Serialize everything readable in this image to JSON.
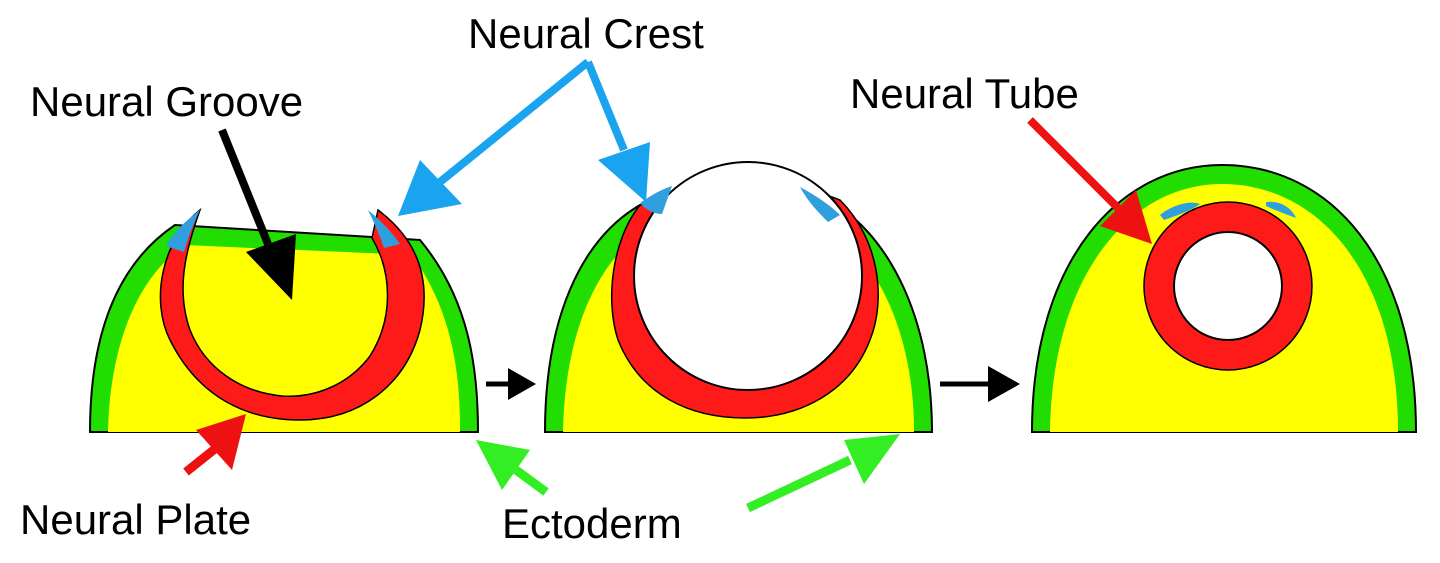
{
  "labels": {
    "neural_crest": "Neural Crest",
    "neural_groove": "Neural Groove",
    "neural_tube": "Neural Tube",
    "neural_plate": "Neural Plate",
    "ectoderm": "Ectoderm"
  },
  "colors": {
    "ectoderm": "#22dd00",
    "mesoderm_fill": "#ffff00",
    "neural_tissue": "#ff1a1a",
    "neural_crest": "#2f9fdd",
    "arrow_black": "#000000",
    "arrow_crest": "#1aa3ef",
    "arrow_tube": "#ee1111",
    "arrow_plate": "#ee1111",
    "arrow_ectoderm": "#33ee22",
    "outline": "#000000"
  }
}
